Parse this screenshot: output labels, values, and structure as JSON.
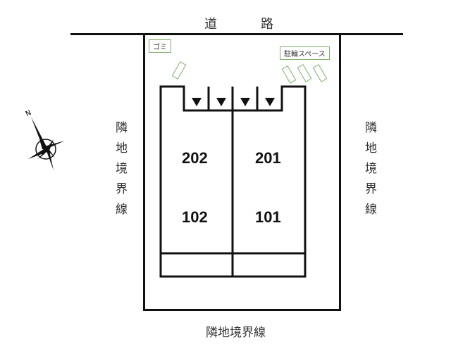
{
  "road_label": [
    "道",
    "路"
  ],
  "left_label": "隣地境界線",
  "right_label": "隣地境界線",
  "bottom_label": "隣地境界線",
  "garbage_label": "ゴミ",
  "bike_space_label": "駐輪スペース",
  "compass": {
    "north_label": "N"
  },
  "units": {
    "top_left": "202",
    "top_right": "201",
    "bottom_left": "102",
    "bottom_right": "101"
  },
  "colors": {
    "line": "#111111",
    "accent_green": "#7fb069"
  }
}
